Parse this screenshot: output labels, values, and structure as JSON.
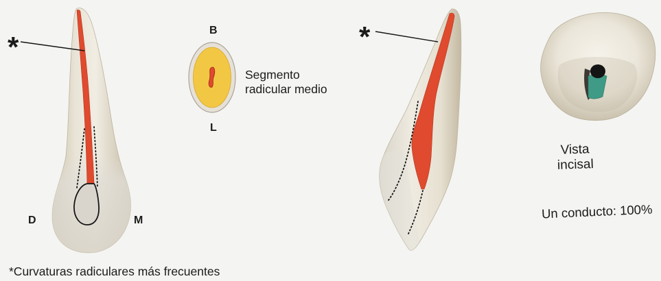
{
  "labial_view": {
    "asterisk": "*",
    "distal_label": "D",
    "mesial_label": "M"
  },
  "cross_section": {
    "buccal_label": "B",
    "lingual_label": "L",
    "caption": [
      "Segmento",
      "radicular medio"
    ]
  },
  "proximal_view": {
    "asterisk": "*"
  },
  "incisal_view": {
    "caption": [
      "Vista",
      "incisal"
    ],
    "canal_count": "Un conducto: 100%"
  },
  "footnote": "*Curvaturas radiculares más frecuentes",
  "colors": {
    "canal": "#e04a2e",
    "section_dentin": "#f2c744",
    "canal_opening": "#3f9a86"
  }
}
